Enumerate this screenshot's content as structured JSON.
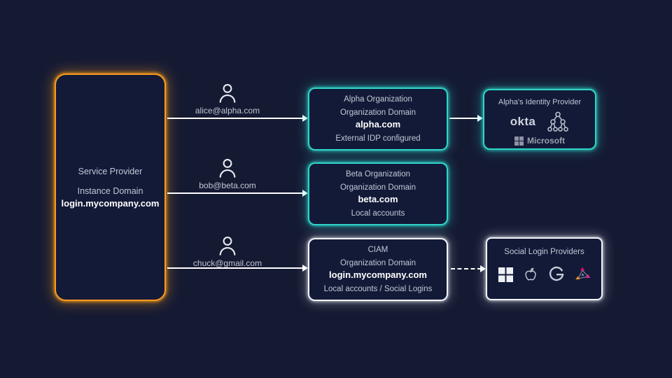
{
  "colors": {
    "background": "#151a33",
    "box-fill": "#131a38",
    "orange": "#f89b1c",
    "teal": "#2fd4c8",
    "white-border": "#f2f4fa",
    "text": "#c3c7d4",
    "text-bright": "#ffffff",
    "arrow": "#ffffff",
    "logo-gray": "#9ba0af",
    "social-pink": "#e6007e",
    "social-orange": "#f5891d"
  },
  "service_provider": {
    "title": "Service Provider",
    "domain_label": "Instance Domain",
    "domain": "login.mycompany.com"
  },
  "users": [
    {
      "email": "alice@alpha.com"
    },
    {
      "email": "bob@beta.com"
    },
    {
      "email": "chuck@gmail.com"
    }
  ],
  "organizations": [
    {
      "name": "Alpha Organization",
      "domain_label": "Organization Domain",
      "domain": "alpha.com",
      "footer": "External IDP configured"
    },
    {
      "name": "Beta Organization",
      "domain_label": "Organization Domain",
      "domain": "beta.com",
      "footer": "Local accounts"
    },
    {
      "name": "CIAM",
      "domain_label": "Organization Domain",
      "domain": "login.mycompany.com",
      "footer": "Local accounts / Social Logins"
    }
  ],
  "identity_provider": {
    "title": "Alpha's Identity Provider",
    "okta_label": "okta",
    "microsoft_label": "Microsoft"
  },
  "social_providers": {
    "title": "Social  Login Providers"
  }
}
